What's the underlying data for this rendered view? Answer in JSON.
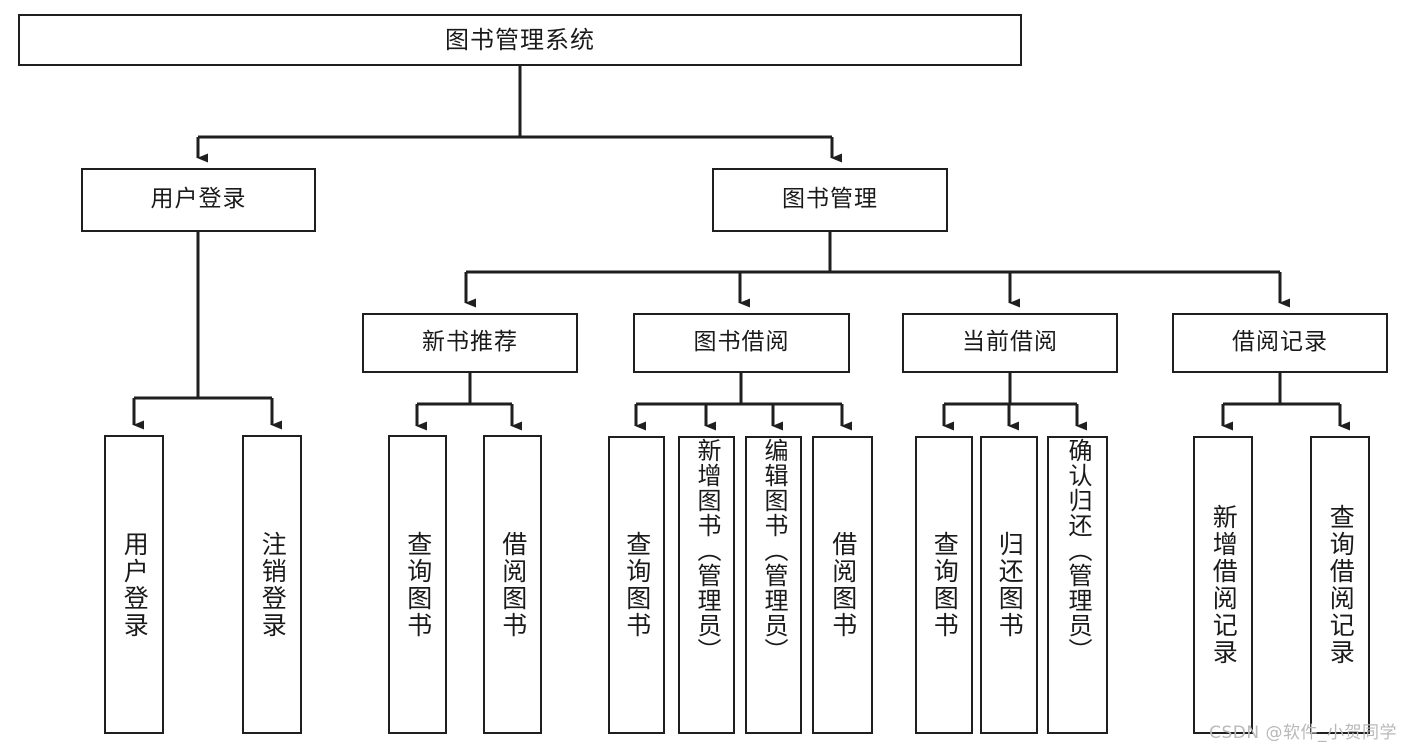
{
  "diagram": {
    "title": "图书管理系统",
    "type": "tree",
    "watermark": "CSDN @软件_小贺同学",
    "colors": {
      "stroke": "#1f1f1f",
      "fill": "#ffffff",
      "text": "#1a1a1a",
      "watermark": "#b9b9b9"
    },
    "root": {
      "label": "图书管理系统"
    },
    "level2": [
      {
        "label": "用户登录"
      },
      {
        "label": "图书管理"
      }
    ],
    "level3": [
      {
        "label": "新书推荐"
      },
      {
        "label": "图书借阅"
      },
      {
        "label": "当前借阅"
      },
      {
        "label": "借阅记录"
      }
    ],
    "leaves": {
      "user_login": [
        {
          "label": "用户登录"
        },
        {
          "label": "注销登录"
        }
      ],
      "new_books": [
        {
          "label": "查询图书"
        },
        {
          "label": "借阅图书"
        }
      ],
      "book_borrow": [
        {
          "label": "查询图书"
        },
        {
          "label": "新增图书（管理员）"
        },
        {
          "label": "编辑图书（管理员）"
        },
        {
          "label": "借阅图书"
        }
      ],
      "current_borrow": [
        {
          "label": "查询图书"
        },
        {
          "label": "归还图书"
        },
        {
          "label": "确认归还（管理员）"
        }
      ],
      "borrow_records": [
        {
          "label": "新增借阅记录"
        },
        {
          "label": "查询借阅记录"
        }
      ]
    }
  }
}
